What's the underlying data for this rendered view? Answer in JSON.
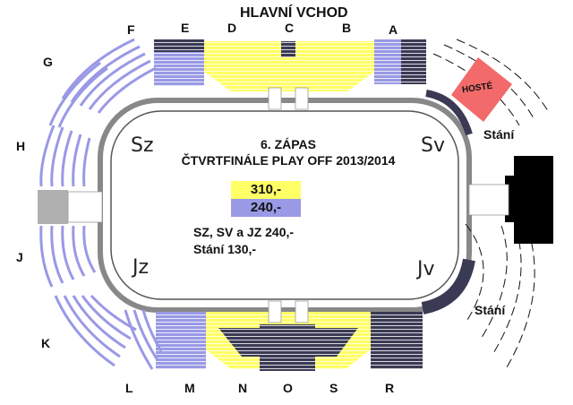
{
  "title": "HLAVNÍ VCHOD",
  "event": {
    "line1": "6. ZÁPAS",
    "line2": "ČTVRTFINÁLE PLAY OFF 2013/2014"
  },
  "prices": [
    {
      "label": "310,-",
      "color": "#ffff66"
    },
    {
      "label": "240,-",
      "color": "#9999e6"
    }
  ],
  "extra_prices": {
    "line1": "SZ, SV a JZ 240,-",
    "line2": "Stání 130,-"
  },
  "corners": {
    "sz": "Sz",
    "sv": "Sv",
    "jz": "Jz",
    "jv": "Jv"
  },
  "sections": {
    "A": "A",
    "B": "B",
    "C": "C",
    "D": "D",
    "E": "E",
    "F": "F",
    "G": "G",
    "H": "H",
    "J": "J",
    "K": "K",
    "L": "L",
    "M": "M",
    "N": "N",
    "O": "O",
    "S": "S",
    "R": "R"
  },
  "hoste": "HOSTÉ",
  "stani_label": "Stání",
  "colors": {
    "yellow": "#ffff66",
    "lavender": "#9999e6",
    "dark": "#3a3a55",
    "black": "#000000",
    "guest": "#f26a6a",
    "grey": "#b0b0b0"
  }
}
